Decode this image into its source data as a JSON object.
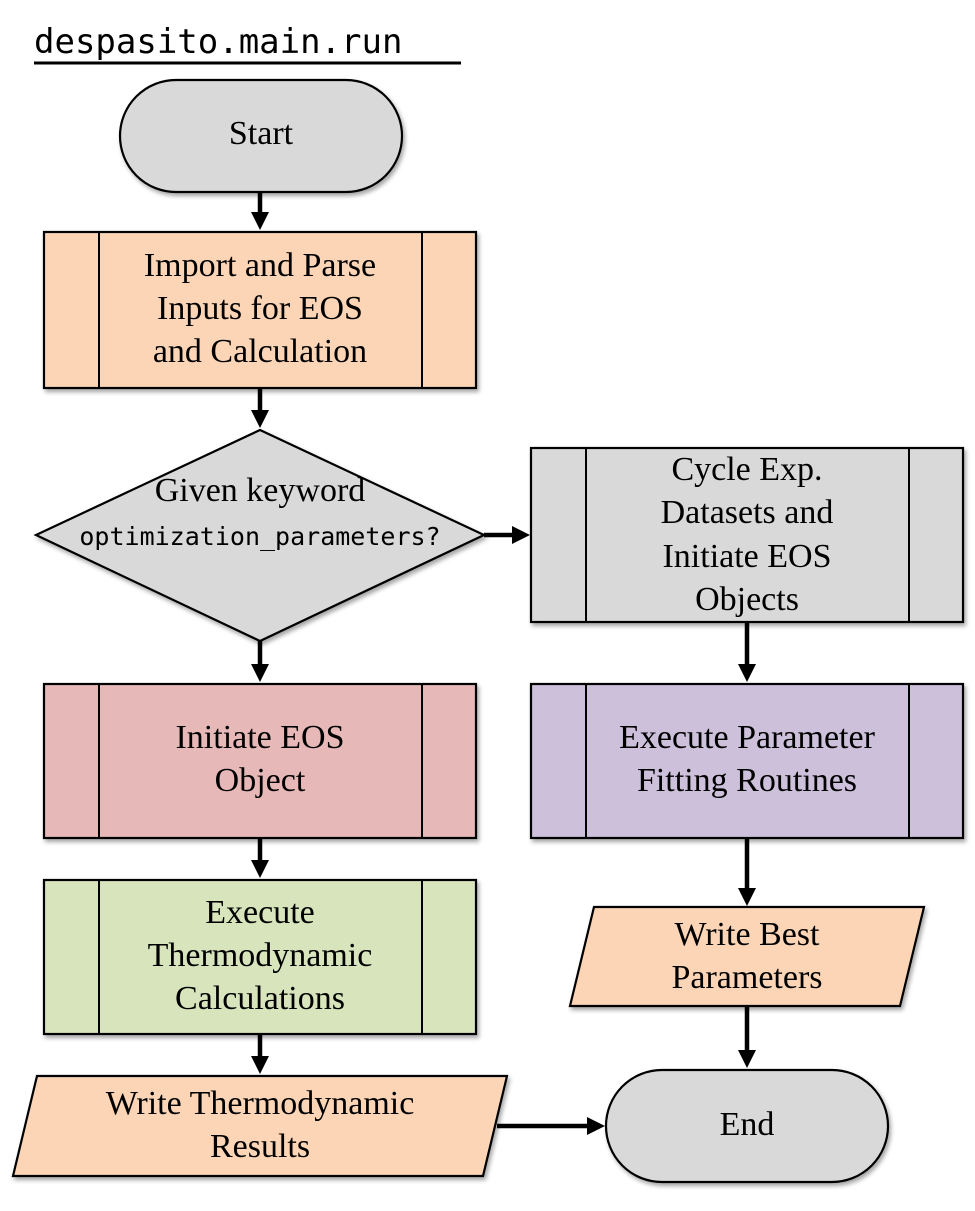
{
  "title": "despasito.main.run",
  "nodes": {
    "start": {
      "label": "Start",
      "fill": "#d9d9d9"
    },
    "import_parse": {
      "lines": [
        "Import and Parse",
        "Inputs for EOS",
        "and Calculation"
      ],
      "fill": "#fbd5b5"
    },
    "decision": {
      "line1": "Given keyword",
      "line2": "optimization_parameters?",
      "fill": "#d9d9d9"
    },
    "cycle_exp": {
      "lines": [
        "Cycle Exp.",
        "Datasets and",
        "Initiate EOS",
        "Objects"
      ],
      "fill": "#d9d9d9"
    },
    "initiate_eos": {
      "lines": [
        "Initiate EOS",
        "Object"
      ],
      "fill": "#e6b8b7"
    },
    "execute_fitting": {
      "lines": [
        "Execute Parameter",
        "Fitting Routines"
      ],
      "fill": "#ccc0da"
    },
    "execute_thermo": {
      "lines": [
        "Execute",
        "Thermodynamic",
        "Calculations"
      ],
      "fill": "#d7e4bc"
    },
    "write_best": {
      "lines": [
        "Write Best",
        "Parameters"
      ],
      "fill": "#fbd5b5"
    },
    "write_results": {
      "lines": [
        "Write Thermodynamic",
        "Results"
      ],
      "fill": "#fbd5b5"
    },
    "end": {
      "label": "End",
      "fill": "#d9d9d9"
    }
  }
}
